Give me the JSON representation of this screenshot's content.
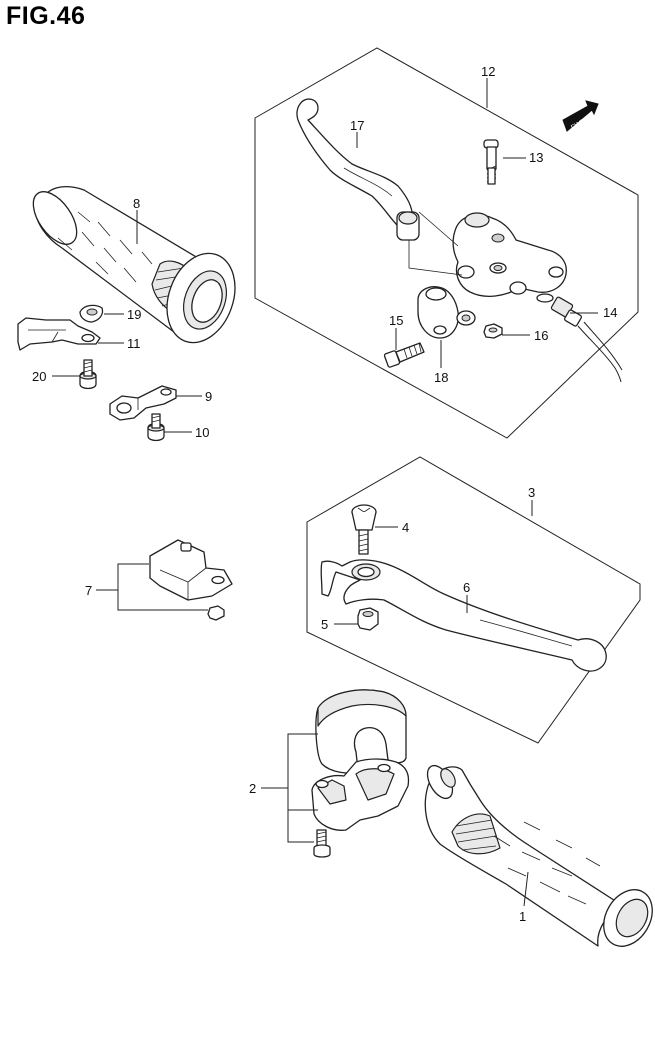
{
  "figure": {
    "title": "FIG.46"
  },
  "direction_badge": "FWD",
  "callouts": {
    "p1": "1",
    "p2": "2",
    "p3": "3",
    "p4": "4",
    "p5": "5",
    "p6": "6",
    "p7": "7",
    "p8": "8",
    "p9": "9",
    "p10": "10",
    "p11": "11",
    "p12": "12",
    "p13": "13",
    "p14": "14",
    "p15": "15",
    "p16": "16",
    "p17": "17",
    "p18": "18",
    "p19": "19",
    "p20": "20"
  }
}
